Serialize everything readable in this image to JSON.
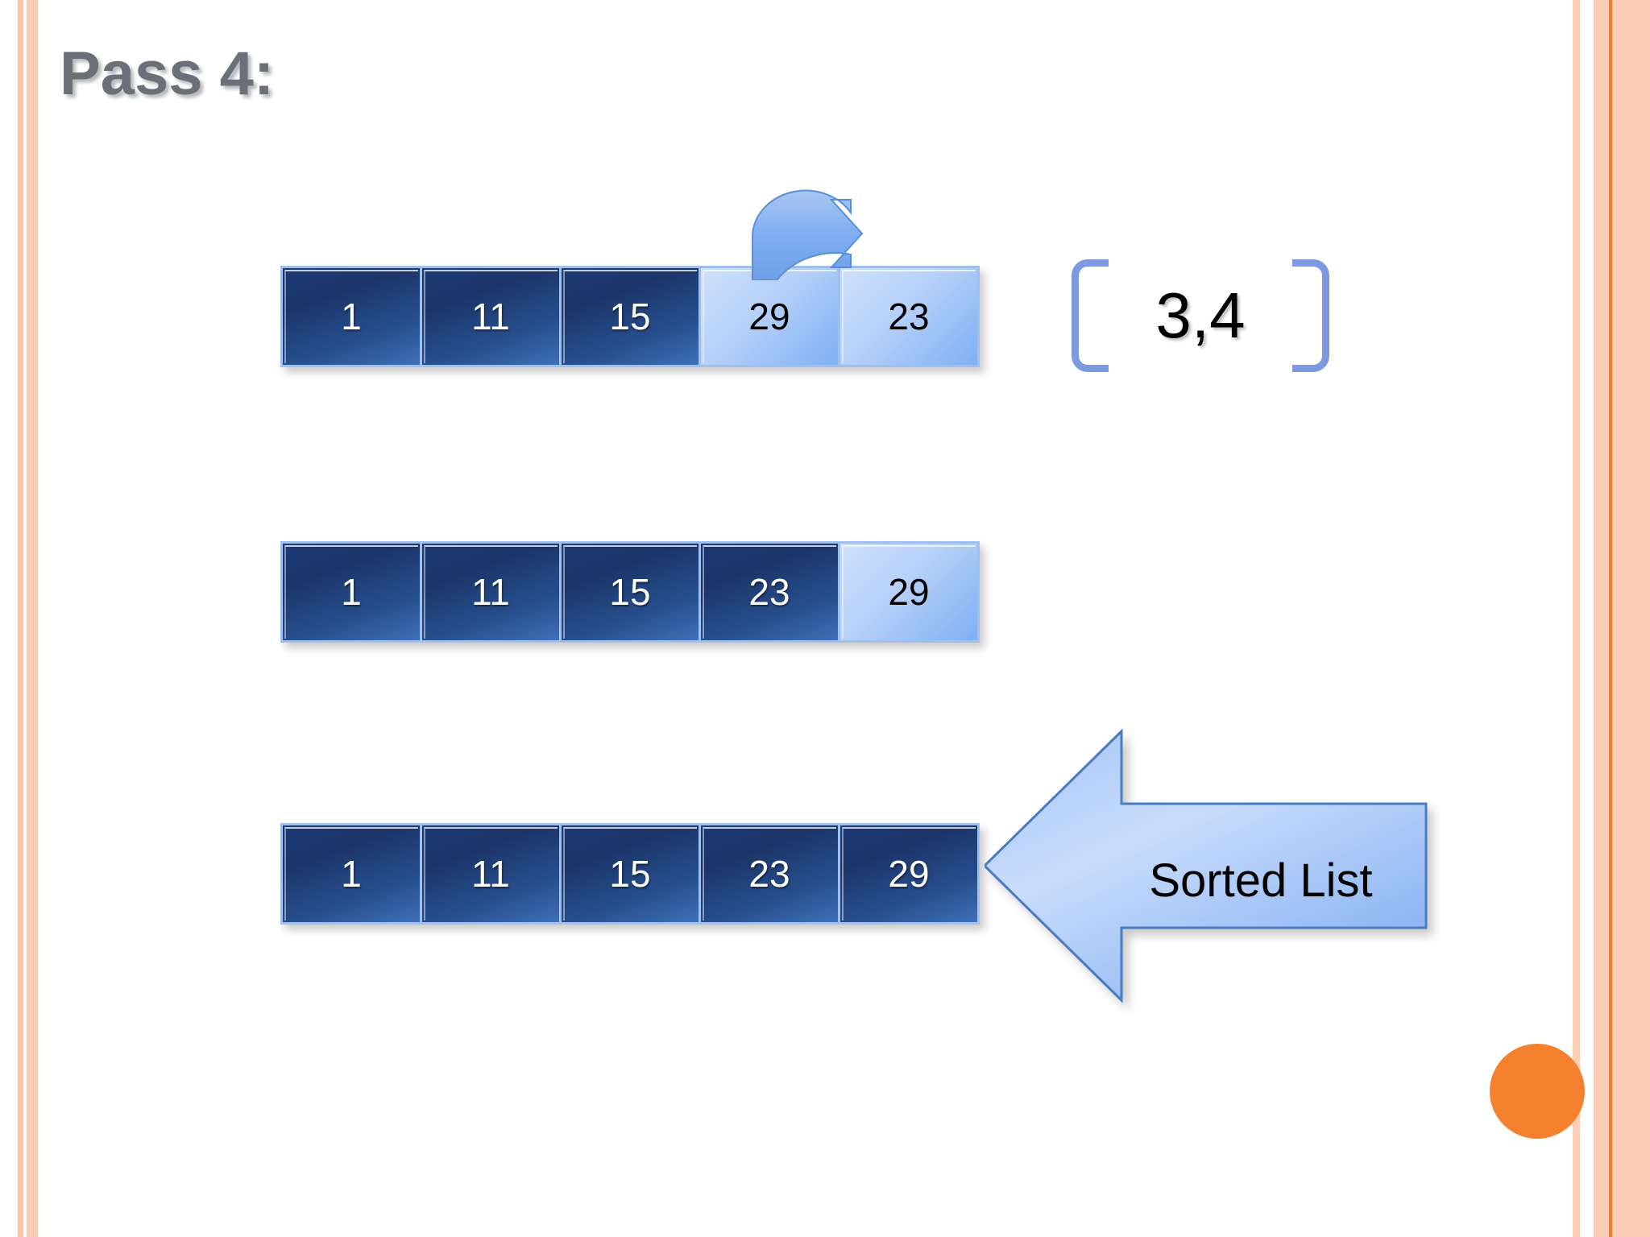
{
  "slide": {
    "title": "Pass 4:",
    "background_color": "#ffffff",
    "accent_color": "#f5812f",
    "border_color": "#f8cdb6"
  },
  "rows": [
    {
      "name": "before-swap",
      "cells": [
        {
          "value": "1",
          "state": "sorted"
        },
        {
          "value": "11",
          "state": "sorted"
        },
        {
          "value": "15",
          "state": "sorted"
        },
        {
          "value": "29",
          "state": "compared"
        },
        {
          "value": "23",
          "state": "compared"
        }
      ]
    },
    {
      "name": "after-swap",
      "cells": [
        {
          "value": "1",
          "state": "sorted"
        },
        {
          "value": "11",
          "state": "sorted"
        },
        {
          "value": "15",
          "state": "sorted"
        },
        {
          "value": "23",
          "state": "sorted"
        },
        {
          "value": "29",
          "state": "compared"
        }
      ]
    },
    {
      "name": "final-sorted",
      "cells": [
        {
          "value": "1",
          "state": "sorted"
        },
        {
          "value": "11",
          "state": "sorted"
        },
        {
          "value": "15",
          "state": "sorted"
        },
        {
          "value": "23",
          "state": "sorted"
        },
        {
          "value": "29",
          "state": "sorted"
        }
      ]
    }
  ],
  "index_label": {
    "text": "3,4",
    "open_bracket": "[",
    "close_bracket": "]"
  },
  "sorted_arrow": {
    "label": "Sorted List",
    "direction": "left"
  },
  "swap_arrow": {
    "name": "swap-arc-arrow",
    "from_index": "3",
    "to_index": "4"
  }
}
